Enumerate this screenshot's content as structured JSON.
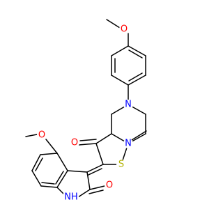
{
  "atoms": {
    "o_methoxy_top": {
      "text": "O",
      "color": "#ff0000"
    },
    "n_ring": {
      "text": "N",
      "color": "#0000ff"
    },
    "n_imine": {
      "text": "N",
      "color": "#0000ff"
    },
    "s_ring": {
      "text": "S",
      "color": "#b2b200"
    },
    "o_carbonyl_left": {
      "text": "O",
      "color": "#ff0000"
    },
    "o_methoxy_left": {
      "text": "O",
      "color": "#ff0000"
    },
    "o_carbonyl_right": {
      "text": "O",
      "color": "#ff0000"
    },
    "nh": {
      "text": "NH",
      "color": "#0000ff"
    }
  },
  "bond_color": "#000000"
}
